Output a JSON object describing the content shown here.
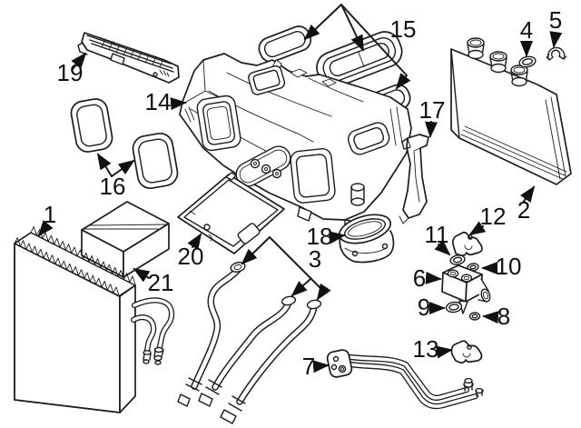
{
  "diagram": {
    "kind": "exploded-parts-diagram",
    "background_color": "#ffffff",
    "line_color": "#1c1c1c",
    "label_color": "#111111",
    "callouts": [
      {
        "text": "1",
        "depicts": "evaporator-core"
      },
      {
        "text": "2",
        "depicts": "heater-core-radiator"
      },
      {
        "text": "3",
        "depicts": "heater-hoses"
      },
      {
        "text": "4",
        "depicts": "o-ring-seal"
      },
      {
        "text": "5",
        "depicts": "retaining-clip"
      },
      {
        "text": "6",
        "depicts": "expansion-valve"
      },
      {
        "text": "7",
        "depicts": "refrigerant-pipe-assembly"
      },
      {
        "text": "8",
        "depicts": "o-ring-small"
      },
      {
        "text": "9",
        "depicts": "o-ring-large"
      },
      {
        "text": "10",
        "depicts": "o-ring-small"
      },
      {
        "text": "11",
        "depicts": "o-ring-large"
      },
      {
        "text": "12",
        "depicts": "retaining-bracket"
      },
      {
        "text": "13",
        "depicts": "retaining-bracket"
      },
      {
        "text": "14",
        "depicts": "heater-housing-assembly"
      },
      {
        "text": "15",
        "depicts": "outlet-gaskets"
      },
      {
        "text": "16",
        "depicts": "inlet-seals"
      },
      {
        "text": "17",
        "depicts": "mounting-bracket"
      },
      {
        "text": "18",
        "depicts": "air-outlet-duct"
      },
      {
        "text": "19",
        "depicts": "fresh-air-grille"
      },
      {
        "text": "20",
        "depicts": "housing-cover"
      },
      {
        "text": "21",
        "depicts": "filter-box"
      }
    ]
  }
}
